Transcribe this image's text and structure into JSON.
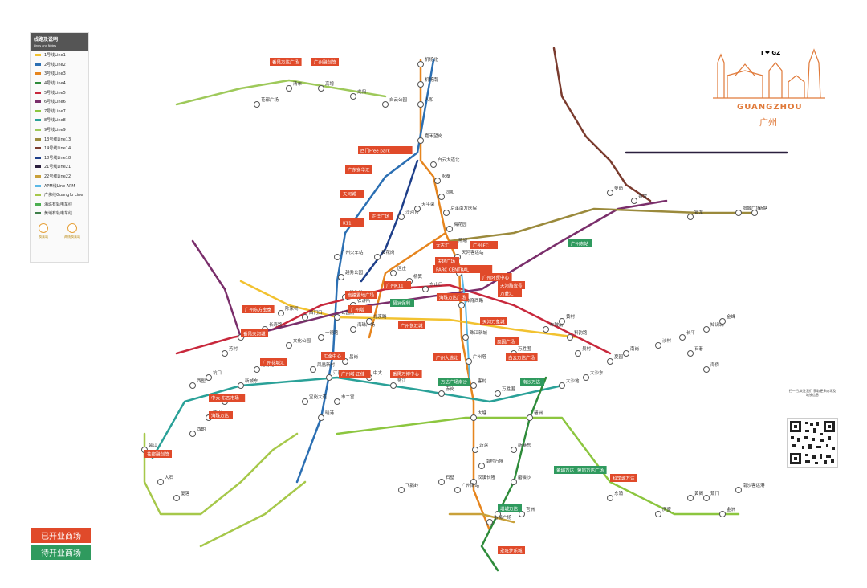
{
  "legend": {
    "title": "线路及说明",
    "subtitle": "Lines and Notes",
    "lines": [
      {
        "label": "1号线Line1",
        "color": "#f2c230"
      },
      {
        "label": "2号线Line2",
        "color": "#2b6fb3"
      },
      {
        "label": "3号线Line3",
        "color": "#e6851e"
      },
      {
        "label": "4号线Line4",
        "color": "#2e8b3a"
      },
      {
        "label": "5号线Line5",
        "color": "#c8283c"
      },
      {
        "label": "6号线Line6",
        "color": "#7a2e6b"
      },
      {
        "label": "7号线Line7",
        "color": "#8cc63f"
      },
      {
        "label": "8号线Line8",
        "color": "#2aa198"
      },
      {
        "label": "9号线Line9",
        "color": "#9ec95a"
      },
      {
        "label": "13号线Line13",
        "color": "#9b8a3c"
      },
      {
        "label": "14号线Line14",
        "color": "#7a3b2e"
      },
      {
        "label": "18号线Line18",
        "color": "#1e3f8a"
      },
      {
        "label": "21号线Line21",
        "color": "#2a1f3d"
      },
      {
        "label": "22号线Line22",
        "color": "#c9a13a"
      },
      {
        "label": "APM线Line APM",
        "color": "#5bb9e6"
      },
      {
        "label": "广佛线Guangfo Line",
        "color": "#a6c84a"
      },
      {
        "label": "海珠有轨电车线",
        "color": "#4caf50"
      },
      {
        "label": "黄埔有轨电车线",
        "color": "#3f7f4a"
      }
    ],
    "footer_left": "换乘站",
    "footer_right": "两线换乘站"
  },
  "status": {
    "open": "已开业商场",
    "soon": "待开业商场"
  },
  "brand": {
    "logo": "I ❤ GZ",
    "en": "GUANGZHOU",
    "zh": "广州"
  },
  "qr_caption": "扫一扫,关注我们 获取更多商场及地铁信息",
  "colors": {
    "line1": "#f2c230",
    "line2": "#2b6fb3",
    "line3": "#e6851e",
    "line4": "#2e8b3a",
    "line5": "#c8283c",
    "line6": "#7a2e6b",
    "line7": "#8cc63f",
    "line8": "#2aa198",
    "line9": "#9ec95a",
    "line13": "#9b8a3c",
    "line14": "#7a3b2e",
    "line18": "#1e3f8a",
    "line21": "#2a1f3d",
    "line22": "#c9a13a",
    "apm": "#5bb9e6",
    "gf": "#a6c84a",
    "open": "#e04a2a",
    "soon": "#2f9a5e"
  },
  "stations": [
    {
      "name": "机场北"
    },
    {
      "name": "机场南"
    },
    {
      "name": "人和"
    },
    {
      "name": "嘉禾望岗"
    },
    {
      "name": "白云大道北"
    },
    {
      "name": "永泰"
    },
    {
      "name": "同和"
    },
    {
      "name": "京溪南方医院"
    },
    {
      "name": "梅花园"
    },
    {
      "name": "燕塘"
    },
    {
      "name": "天河客运站"
    },
    {
      "name": "广州东站"
    },
    {
      "name": "体育西路"
    },
    {
      "name": "珠江新城"
    },
    {
      "name": "广州塔"
    },
    {
      "name": "客村"
    },
    {
      "name": "大塘"
    },
    {
      "name": "沥滘"
    },
    {
      "name": "汉溪长隆"
    },
    {
      "name": "番禺广场"
    },
    {
      "name": "公园前"
    },
    {
      "name": "西门口"
    },
    {
      "name": "陈家祠"
    },
    {
      "name": "长寿路"
    },
    {
      "name": "黄沙"
    },
    {
      "name": "芳村"
    },
    {
      "name": "坑口"
    },
    {
      "name": "西塱"
    },
    {
      "name": "广州火车站"
    },
    {
      "name": "越秀公园"
    },
    {
      "name": "纪念堂"
    },
    {
      "name": "海珠广场"
    },
    {
      "name": "昌岗"
    },
    {
      "name": "江南西"
    },
    {
      "name": "市二宫"
    },
    {
      "name": "万胜围"
    },
    {
      "name": "车陂南"
    },
    {
      "name": "黄村"
    },
    {
      "name": "科韵路"
    },
    {
      "name": "员村"
    },
    {
      "name": "琶洲"
    },
    {
      "name": "新港东"
    },
    {
      "name": "磨碟沙"
    },
    {
      "name": "大学城北"
    },
    {
      "name": "官洲"
    },
    {
      "name": "萝岗"
    },
    {
      "name": "香雪"
    },
    {
      "name": "镇龙"
    },
    {
      "name": "增城广场"
    },
    {
      "name": "新塘"
    },
    {
      "name": "金洲"
    },
    {
      "name": "南沙客运港"
    },
    {
      "name": "蕉门"
    },
    {
      "name": "黄阁"
    },
    {
      "name": "庆盛"
    },
    {
      "name": "东涌"
    },
    {
      "name": "南村万博"
    },
    {
      "name": "广州南站"
    },
    {
      "name": "石壁"
    },
    {
      "name": "飞鹅岭"
    },
    {
      "name": "花都广场"
    },
    {
      "name": "清布"
    },
    {
      "name": "高增"
    },
    {
      "name": "龙归"
    },
    {
      "name": "白云公园"
    },
    {
      "name": "沙河顶"
    },
    {
      "name": "天平架"
    },
    {
      "name": "黄花岗"
    },
    {
      "name": "区庄"
    },
    {
      "name": "杨箕"
    },
    {
      "name": "东山口"
    },
    {
      "name": "农讲所"
    },
    {
      "name": "北京路"
    },
    {
      "name": "一德路"
    },
    {
      "name": "文化公园"
    },
    {
      "name": "凤凰新村"
    },
    {
      "name": "宝岗大道"
    },
    {
      "name": "晓港"
    },
    {
      "name": "中大"
    },
    {
      "name": "鹭江"
    },
    {
      "name": "赤岗"
    },
    {
      "name": "万胜围"
    },
    {
      "name": "大沙地"
    },
    {
      "name": "大沙东"
    },
    {
      "name": "夏园"
    },
    {
      "name": "南岗"
    },
    {
      "name": "沙村"
    },
    {
      "name": "长平"
    },
    {
      "name": "知识城"
    },
    {
      "name": "金峰"
    },
    {
      "name": "石碁"
    },
    {
      "name": "海傍"
    },
    {
      "name": "会江"
    },
    {
      "name": "大石"
    },
    {
      "name": "厦滘"
    },
    {
      "name": "西朗"
    },
    {
      "name": "燕岗"
    },
    {
      "name": "沙园"
    },
    {
      "name": "新城东"
    },
    {
      "name": "魁奇路"
    }
  ],
  "malls": [
    {
      "name": "番禺万达广场",
      "status": "open"
    },
    {
      "name": "广州融创茂",
      "status": "open"
    },
    {
      "name": "西门Free park",
      "status": "open"
    },
    {
      "name": "广东安华汇",
      "status": "open"
    },
    {
      "name": "天河城",
      "status": "open"
    },
    {
      "name": "正佳广场",
      "status": "open"
    },
    {
      "name": "K11",
      "status": "open"
    },
    {
      "name": "太古汇",
      "status": "open"
    },
    {
      "name": "广州IFC",
      "status": "open"
    },
    {
      "name": "天环广场",
      "status": "open"
    },
    {
      "name": "PARC CENTRAL",
      "status": "open"
    },
    {
      "name": "广州环贸中心",
      "status": "open"
    },
    {
      "name": "天河路壹号",
      "status": "open"
    },
    {
      "name": "万菱汇",
      "status": "open"
    },
    {
      "name": "广州K11",
      "status": "open"
    },
    {
      "name": "高德置地广场",
      "status": "open"
    },
    {
      "name": "广州塔",
      "status": "open"
    },
    {
      "name": "海珠万达广场",
      "status": "open"
    },
    {
      "name": "琶洲保利",
      "status": "soon"
    },
    {
      "name": "广州悦汇城",
      "status": "open"
    },
    {
      "name": "天河万象城",
      "status": "open"
    },
    {
      "name": "奥园广场",
      "status": "open"
    },
    {
      "name": "广州大道北",
      "status": "open"
    },
    {
      "name": "白云万达广场",
      "status": "open"
    },
    {
      "name": "汇金中心",
      "status": "open"
    },
    {
      "name": "广州东方宝泰",
      "status": "open"
    },
    {
      "name": "番禺天河城",
      "status": "open"
    },
    {
      "name": "广州花城汇",
      "status": "open"
    },
    {
      "name": "中大·布匹市场",
      "status": "open"
    },
    {
      "name": "海珠万达",
      "status": "open"
    },
    {
      "name": "广州塔·正佳",
      "status": "open"
    },
    {
      "name": "番禺万博中心",
      "status": "open"
    },
    {
      "name": "万达广场南沙",
      "status": "soon"
    },
    {
      "name": "南沙万达",
      "status": "soon"
    },
    {
      "name": "黄埔万达",
      "status": "soon"
    },
    {
      "name": "增城万达",
      "status": "soon"
    },
    {
      "name": "萝岗万达广场",
      "status": "soon"
    },
    {
      "name": "科学城万达",
      "status": "open"
    },
    {
      "name": "永旺梦乐城",
      "status": "open"
    },
    {
      "name": "花都融创茂",
      "status": "open"
    },
    {
      "name": "广州东站",
      "status": "soon"
    }
  ]
}
